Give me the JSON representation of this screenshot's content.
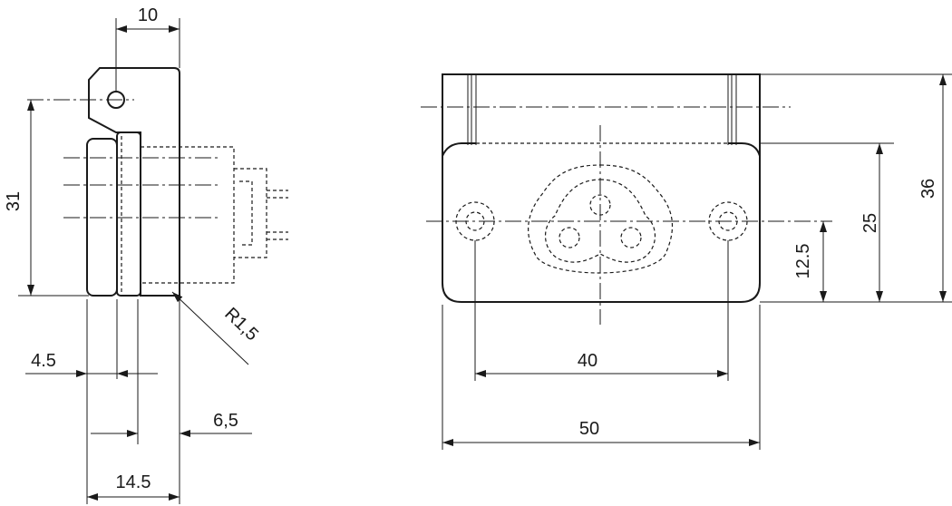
{
  "dimensions": {
    "side_top_width": "10",
    "side_height": "31",
    "side_offset_1": "4.5",
    "side_offset_2": "6,5",
    "side_depth": "14.5",
    "radius": "R1,5",
    "front_hole_spacing": "40",
    "front_width": "50",
    "front_hole_height": "12.5",
    "front_body_height": "25",
    "front_total_height": "36"
  }
}
